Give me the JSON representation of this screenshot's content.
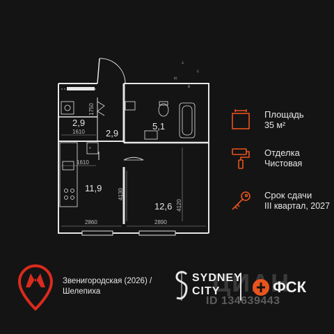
{
  "compass": {
    "n": "з",
    "e": "с",
    "s": "ю",
    "w": "в"
  },
  "plan": {
    "rooms": [
      {
        "id": "wardrobe",
        "area": "2,9"
      },
      {
        "id": "hall",
        "area": "2,9"
      },
      {
        "id": "bath",
        "area": "5,1"
      },
      {
        "id": "kitchen",
        "area": "11,9"
      },
      {
        "id": "room",
        "area": "12,6"
      }
    ],
    "dims": {
      "d1750": "1750",
      "d1610a": "1610",
      "d1610b": "1610",
      "d4130": "4130",
      "d4120": "4120",
      "d2860": "2860",
      "d2890": "2890"
    }
  },
  "info": [
    {
      "icon": "area-icon",
      "label": "Площадь",
      "value": "35 м²"
    },
    {
      "icon": "paint-roller-icon",
      "label": "Отделка",
      "value": "Чистовая"
    },
    {
      "icon": "key-icon",
      "label": "Срок сдачи",
      "value": "III квартал, 2027"
    }
  ],
  "footer": {
    "station": "Звенигородская (2026) / Шелепиха",
    "brand_sydney_line1": "SYDNEY",
    "brand_sydney_line2": "CITY",
    "brand_fsk": "ФСК"
  },
  "watermark": {
    "big": "ЦИАН",
    "id": "ID 134639443"
  },
  "colors": {
    "accent": "#e8541e",
    "background": "#141414",
    "wall": "#e6e6e6"
  }
}
